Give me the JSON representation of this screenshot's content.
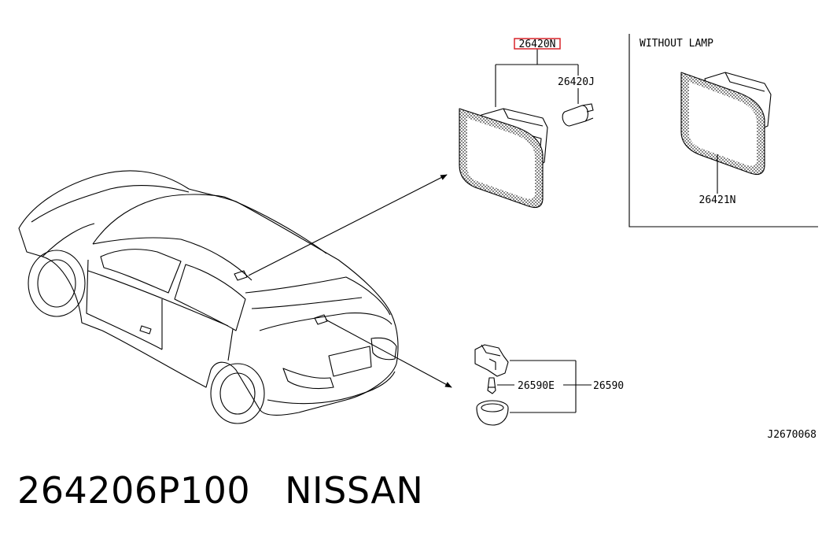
{
  "parts": {
    "highlighted": "26420N",
    "bulb": "26420J",
    "lens_only": "26421N",
    "socket_assembly": "26590",
    "socket_bulb": "26590E"
  },
  "inset": {
    "title": "WITHOUT LAMP"
  },
  "diagram_code": "J2670068",
  "footer": {
    "part_number": "264206P100",
    "brand": "NISSAN"
  },
  "colors": {
    "highlight_box": "#d9242a",
    "line": "#000000"
  }
}
